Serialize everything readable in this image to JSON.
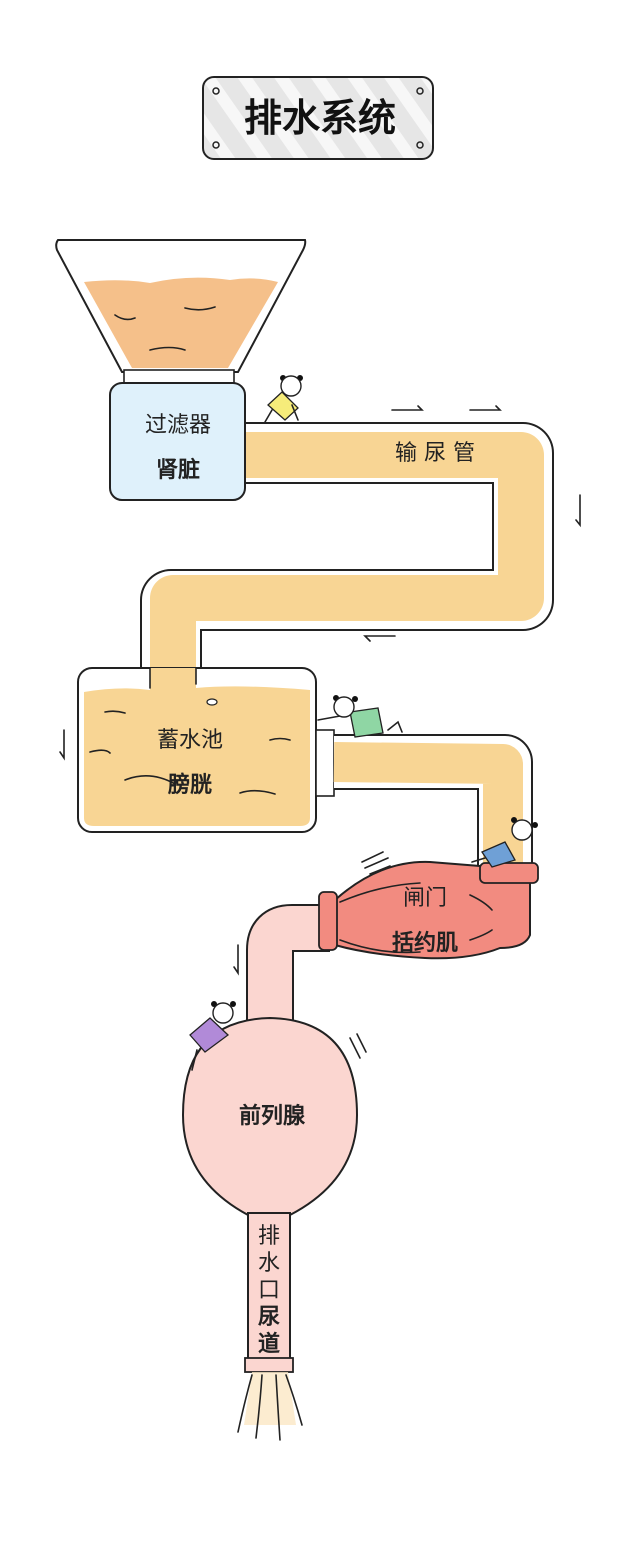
{
  "title": "排水系统",
  "kidney": {
    "role": "过滤器",
    "organ": "肾脏"
  },
  "ureter": {
    "label": "输 尿 管"
  },
  "bladder": {
    "role": "蓄水池",
    "organ": "膀胱"
  },
  "sphincter": {
    "role": "闸门",
    "organ": "括约肌"
  },
  "prostate": {
    "organ": "前列腺"
  },
  "urethra": {
    "role_chars": [
      "排",
      "水",
      "口"
    ],
    "organ_chars": [
      "尿",
      "道"
    ]
  },
  "colors": {
    "liquid": "#f8d594",
    "funnel_liquid": "#f5c08a",
    "kidney": "#dff1fb",
    "sphincter": "#f28b80",
    "prostate": "#fbd6d0",
    "plaque": "#ececec"
  }
}
